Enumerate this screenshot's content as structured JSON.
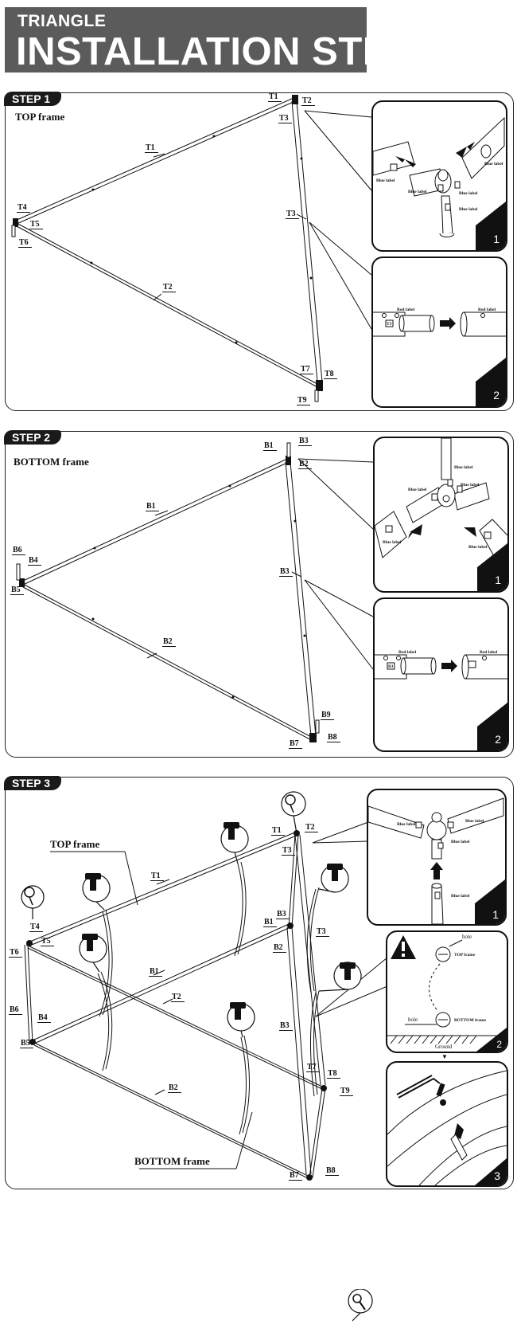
{
  "banner": {
    "subtitle": "TRIANGLE",
    "title": "INSTALLATION STEPS"
  },
  "step1": {
    "badge": "STEP 1",
    "frame_title": "TOP frame",
    "labels": {
      "T1": "T1",
      "T2": "T2",
      "T3": "T3",
      "T4": "T4",
      "T5": "T5",
      "T6": "T6",
      "T7": "T7",
      "T8": "T8",
      "T9": "T9",
      "T1_top": "T1",
      "T3_top": "T3"
    },
    "inset1": {
      "number": "1",
      "blue_label": "Blue label"
    },
    "inset2": {
      "number": "2",
      "red_label": "Red label",
      "code": "T3"
    }
  },
  "step2": {
    "badge": "STEP 2",
    "frame_title": "BOTTOM frame",
    "labels": {
      "B1": "B1",
      "B2": "B2",
      "B3": "B3",
      "B4": "B4",
      "B5": "B5",
      "B6": "B6",
      "B7": "B7",
      "B8": "B8",
      "B9": "B9",
      "B1_top": "B1",
      "B3_top": "B3"
    },
    "inset1": {
      "number": "1",
      "blue_label": "Blue label"
    },
    "inset2": {
      "number": "2",
      "red_label": "Red label",
      "code": "B3"
    }
  },
  "step3": {
    "badge": "STEP 3",
    "top_frame": "TOP frame",
    "bottom_frame": "BOTTOM frame",
    "labels": {
      "T1": "T1",
      "T2": "T2",
      "T3": "T3",
      "T4": "T4",
      "T5": "T5",
      "T6": "T6",
      "T7": "T7",
      "T8": "T8",
      "T9": "T9",
      "T1b": "T1",
      "T3b": "T3",
      "B1": "B1",
      "B2": "B2",
      "B3": "B3",
      "B4": "B4",
      "B5": "B5",
      "B6": "B6",
      "B7": "B7",
      "B8": "B8",
      "B1b": "B1",
      "B3b": "B3",
      "B3c": "B3"
    },
    "inset1": {
      "number": "1",
      "blue_label": "Blue label"
    },
    "inset2": {
      "number": "2",
      "hole": "hole",
      "top_frame": "TOP frame",
      "bottom_frame": "BOTTOM frame",
      "ground": "Ground"
    },
    "inset3": {
      "number": "3"
    }
  }
}
